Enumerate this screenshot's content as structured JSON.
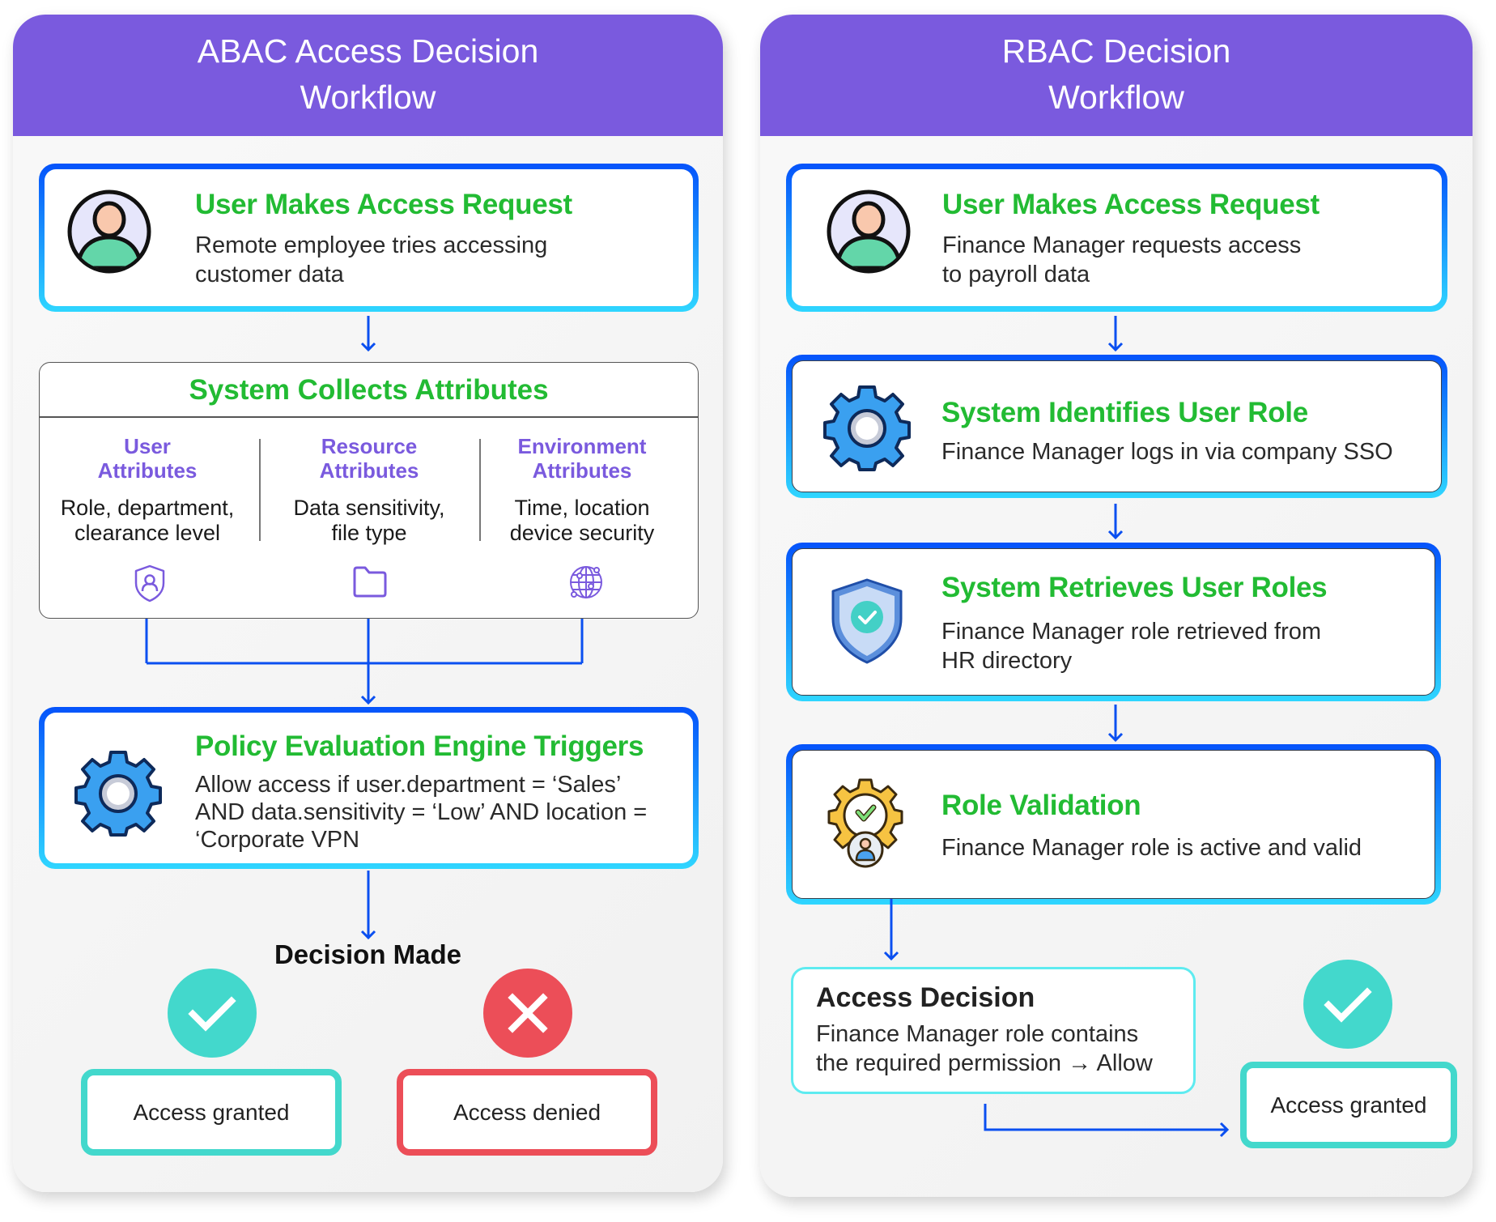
{
  "colors": {
    "header": "#7a5ade",
    "title_green": "#22bb33",
    "accent_purple": "#7a5ade",
    "arrow_blue": "#0a4ff0",
    "success": "#43d8cc",
    "danger": "#ec4e58",
    "card_gradient_top": "#0553fb",
    "card_gradient_bottom": "#2fd6ff"
  },
  "abac": {
    "header": {
      "line1": "ABAC Access Decision",
      "line2": "Workflow"
    },
    "step1": {
      "icon": "user-avatar-icon",
      "title": "User Makes Access Request",
      "desc_line1": "Remote employee tries accessing",
      "desc_line2": "customer data"
    },
    "attributes": {
      "title": "System Collects Attributes",
      "columns": [
        {
          "head_line1": "User",
          "head_line2": "Attributes",
          "desc_line1": "Role, department,",
          "desc_line2": "clearance level",
          "icon": "shield-user-icon"
        },
        {
          "head_line1": "Resource",
          "head_line2": "Attributes",
          "desc_line1": "Data sensitivity,",
          "desc_line2": "file type",
          "icon": "folder-icon"
        },
        {
          "head_line1": "Environment",
          "head_line2": "Attributes",
          "desc_line1": "Time, location",
          "desc_line2": "device security",
          "icon": "globe-network-icon"
        }
      ]
    },
    "policy": {
      "icon": "gear-icon",
      "title": "Policy Evaluation Engine Triggers",
      "desc_line1": "Allow access if user.department = ‘Sales’",
      "desc_line2": "AND  data.sensitivity = ‘Low’ AND location =",
      "desc_line3": "‘Corporate VPN"
    },
    "decision": {
      "title": "Decision Made",
      "granted": {
        "icon": "check-icon",
        "label": "Access granted"
      },
      "denied": {
        "icon": "x-icon",
        "label": "Access denied"
      }
    }
  },
  "rbac": {
    "header": {
      "line1": "RBAC Decision",
      "line2": "Workflow"
    },
    "step1": {
      "icon": "user-avatar-icon",
      "title": "User Makes Access Request",
      "desc_line1": "Finance Manager requests access",
      "desc_line2": "to payroll data"
    },
    "step2": {
      "icon": "gear-icon",
      "title": "System Identifies User Role",
      "desc_line1": "Finance Manager logs in via company SSO"
    },
    "step3": {
      "icon": "shield-check-icon",
      "title": "System Retrieves User Roles",
      "desc_line1": "Finance Manager role retrieved from",
      "desc_line2": "HR directory"
    },
    "step4": {
      "icon": "role-validation-gear-icon",
      "title": "Role Validation",
      "desc_line1": "Finance Manager role is active and valid"
    },
    "access_decision": {
      "title": "Access Decision",
      "desc_line1": "Finance Manager role contains",
      "desc_line2": "the required permission → Allow"
    },
    "result": {
      "icon": "check-icon",
      "label": "Access granted"
    }
  }
}
